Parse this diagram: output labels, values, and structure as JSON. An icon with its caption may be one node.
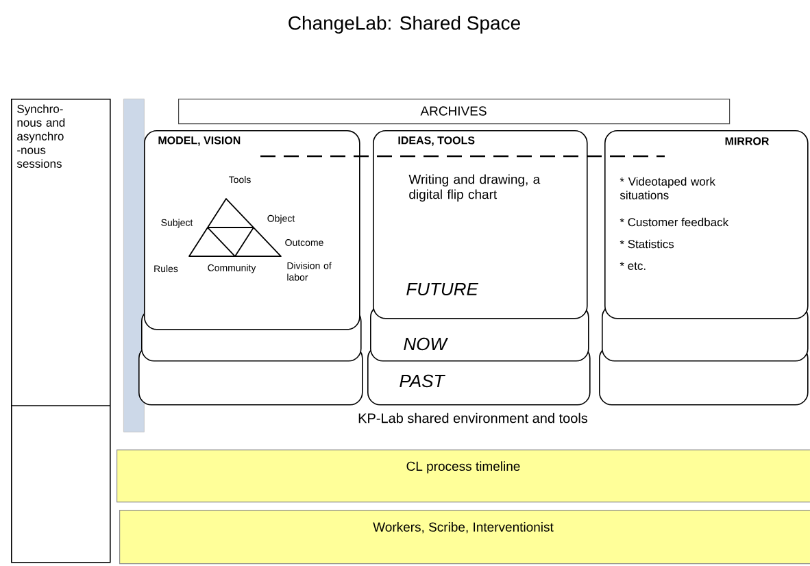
{
  "diagram": {
    "title": "ChangeLab: Shared Space",
    "nodes": [
      {
        "text": [
          "Synchro- nous and asynchro -nous sessions"
        ]
      },
      {
        "text": [],
        "shape": "bar"
      },
      {
        "text": [
          "ARCHIVES"
        ]
      },
      {
        "text": [
          "MODEL, VISION"
        ]
      },
      {
        "text": [],
        "shape": "box"
      },
      {
        "text": [],
        "shape": "box"
      },
      {
        "text": [
          "IDEAS, TOOLS",
          "Writing and drawing, a digital flip chart",
          "FUTURE"
        ]
      },
      {
        "text": [
          "NOW"
        ]
      },
      {
        "text": [
          "PAST"
        ]
      },
      {
        "text": [
          "MIRROR",
          "* Videotaped work situations",
          "* Customer feedback",
          "* Statistics",
          "* etc."
        ]
      },
      {
        "text": [],
        "shape": "box"
      },
      {
        "text": [],
        "shape": "box"
      },
      {
        "text": [
          "CL process timeline"
        ]
      },
      {
        "text": [
          "Workers, Scribe, Interventionist"
        ]
      }
    ],
    "edges": [],
    "labels": [
      "Tools",
      "Subject",
      "Object",
      "Outcome",
      "Rules",
      "Community",
      "Division of labor",
      "KP-Lab shared environment and tools"
    ]
  }
}
